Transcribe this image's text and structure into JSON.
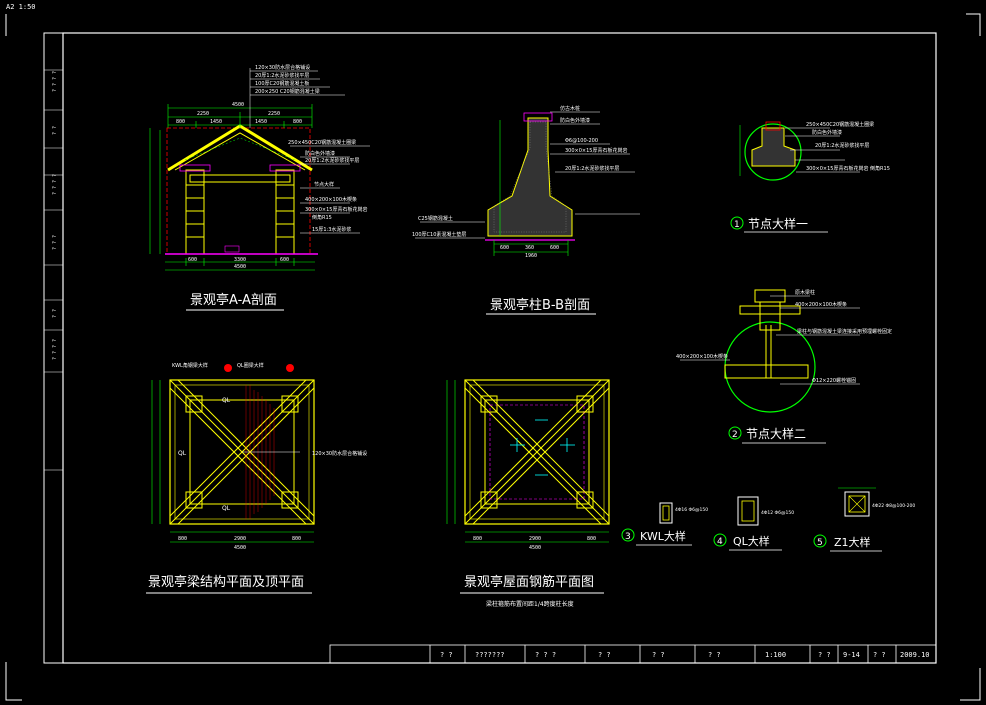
{
  "sheet": {
    "size_scale": "A2  1:50",
    "label": "A2",
    "scale_top": "1:50"
  },
  "colors": {
    "frame": "#ffffff",
    "struct": "#ffff00",
    "dim": "#00ff00",
    "section": "#ff0000",
    "accent": "#ff00ff",
    "cyan": "#00ffff"
  },
  "views": {
    "aa": {
      "title": "景观亭A-A剖面"
    },
    "bb": {
      "title": "景观亭柱B-B剖面"
    },
    "plan1": {
      "title": "景观亭梁结构平面及顶平面"
    },
    "plan2": {
      "title": "景观亭屋面钢筋平面图",
      "note": "梁柱箍筋布置间距1/4跨度柱长度"
    }
  },
  "details": [
    {
      "num": "1",
      "title": "节点大样一"
    },
    {
      "num": "2",
      "title": "节点大样二"
    },
    {
      "num": "3",
      "title": "KWL大样"
    },
    {
      "num": "4",
      "title": "QL大样"
    },
    {
      "num": "5",
      "title": "Z1大样"
    }
  ],
  "dims": {
    "aa_total": "4500",
    "aa_2250a": "2250",
    "aa_2250b": "2250",
    "aa_800": "800",
    "aa_1450a": "1450",
    "aa_1450b": "1450",
    "aa_800b": "800",
    "aa_600": "600",
    "aa_3300": "3300",
    "aa_600b": "600",
    "aa_4500b": "4500",
    "bb_1960": "1960",
    "bb_600": "600",
    "bb_360": "360",
    "bb_600b": "600",
    "p1_800": "800",
    "p1_2900": "2900",
    "p1_800b": "800",
    "p1_4500": "4500",
    "p2_800": "800",
    "p2_2900": "2900",
    "p2_800b": "800",
    "p2_4500": "4500"
  },
  "notes": {
    "aa_roof1": "120×30防水层合格铺设",
    "aa_roof2": "20厚1:2水泥砂浆找平层",
    "aa_roof3": "100厚C20钢筋混凝土板",
    "aa_roof4": "200×250 C20钢筋混凝土梁",
    "aa_beam": "250×450C20钢筋混凝土圈梁",
    "aa_m1": "防白色外墙漆",
    "aa_m2": "20厚1:2水泥砂浆找平层",
    "aa_col": "节点大样",
    "aa_c1": "400×200×100木楔条",
    "aa_c2": "300×0×15厚青石板花岗岩",
    "aa_c3": "倒角R15",
    "aa_ground": "15厚1:3水泥砂浆",
    "bb_a": "仿古木桩",
    "bb_b": "防白色外墙漆",
    "bb_c": "Φ6@100-200",
    "bb_d": "300×0×15厚青石板花岗岩",
    "bb_e": "20厚1:2水泥砂浆找平层",
    "bb_f": "C25钢筋混凝土",
    "bb_g": "100厚C10素混凝土垫层",
    "p1_lbl1": "KWL角钢梁大样",
    "p1_lbl2": "QL圈梁大样",
    "p1_roof": "120×30防水层合格铺设",
    "d1_a": "250×450C20钢筋混凝土圈梁",
    "d1_b": "防白色外墙漆",
    "d1_c": "20厚1:2水泥砂浆找平层",
    "d1_d": "300×0×15厚青石板花岗岩 倒角R15",
    "d2_a": "原木梁柱",
    "d2_b": "400×200×100木楔条",
    "d2_c": "梁柱与钢筋混凝土梁连接采用预埋螺栓固定",
    "d2_d": "Φ12×220螺栓锚固",
    "d3": "4Φ16 Φ6@150",
    "d4": "4Φ12 Φ6@150",
    "d5": "4Φ22 Φ8@100-200"
  },
  "title_block": {
    "c1": "? ?",
    "c2": "???????",
    "c3": "? ? ?",
    "c4": "? ?",
    "c5": "? ?",
    "c6": "? ?",
    "c7": "? ?",
    "scale": "1:100",
    "c8": "? ?",
    "sheet_no": "9-14",
    "c9": "? ?",
    "date": "2009.10"
  },
  "left_strip": [
    "? ? ? ?",
    "? ?",
    "? ? ? ?",
    "? ? ?",
    "? ?",
    "? ? ? ?"
  ]
}
